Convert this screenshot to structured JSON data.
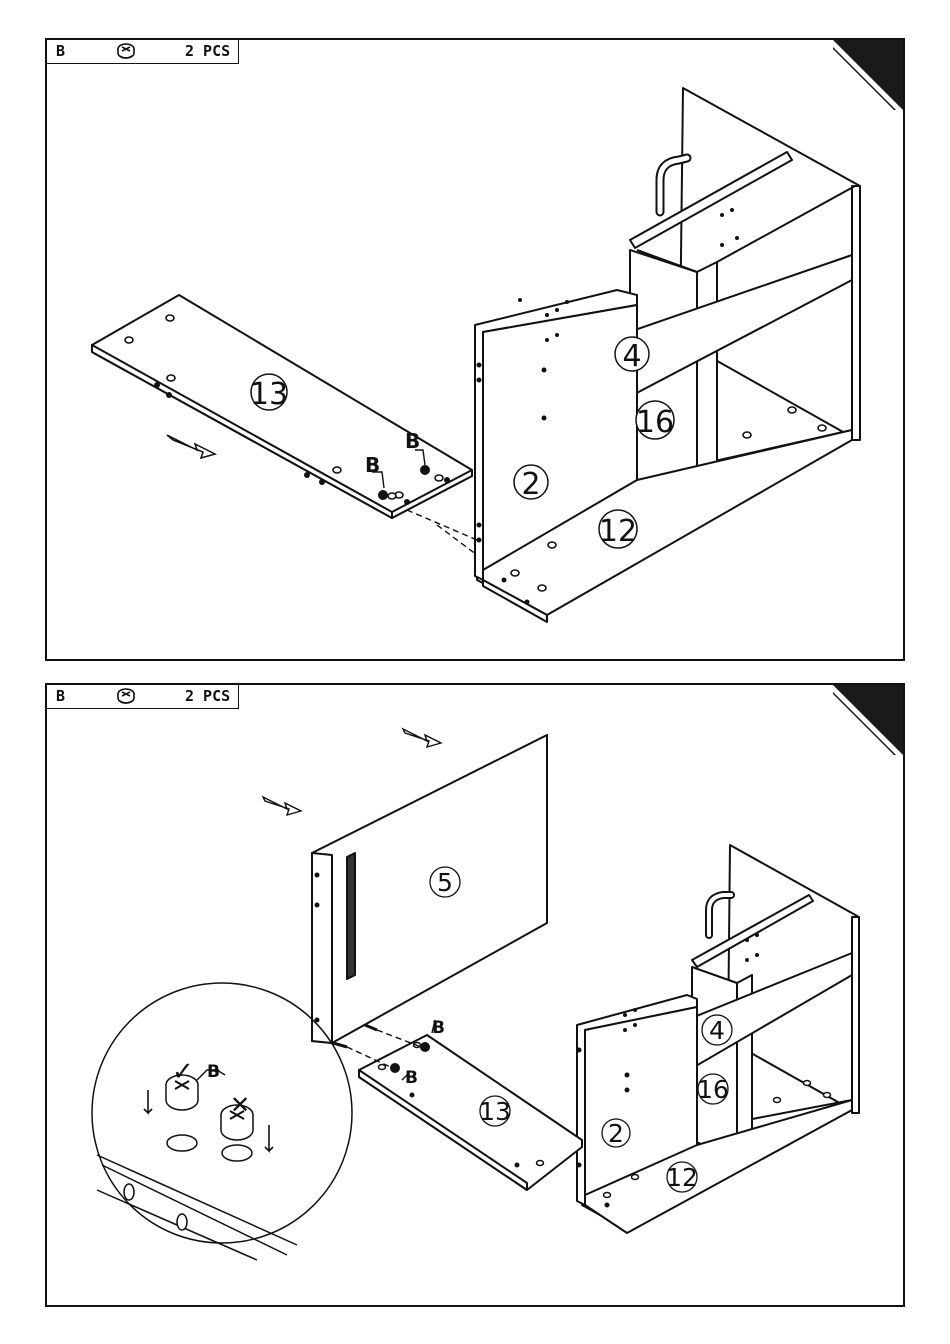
{
  "steps": [
    {
      "header": {
        "hardware_letter": "B",
        "hardware_icon": "cam-lock-icon",
        "quantity": "2 PCS"
      },
      "part_labels": {
        "panel_13": "13",
        "panel_2": "2",
        "panel_4": "4",
        "panel_16": "16",
        "panel_12": "12"
      },
      "callouts": [
        "B",
        "B"
      ]
    },
    {
      "header": {
        "hardware_letter": "B",
        "hardware_icon": "cam-lock-icon",
        "quantity": "2 PCS"
      },
      "part_labels": {
        "panel_5": "5",
        "panel_13": "13",
        "panel_2": "2",
        "panel_4": "4",
        "panel_16": "16",
        "panel_12": "12"
      },
      "callouts": [
        "B",
        "B"
      ],
      "detail": {
        "callout": "B",
        "correct_mark": "✓",
        "wrong_mark": "✕"
      }
    }
  ],
  "colors": {
    "line": "#111111",
    "background": "#ffffff"
  }
}
